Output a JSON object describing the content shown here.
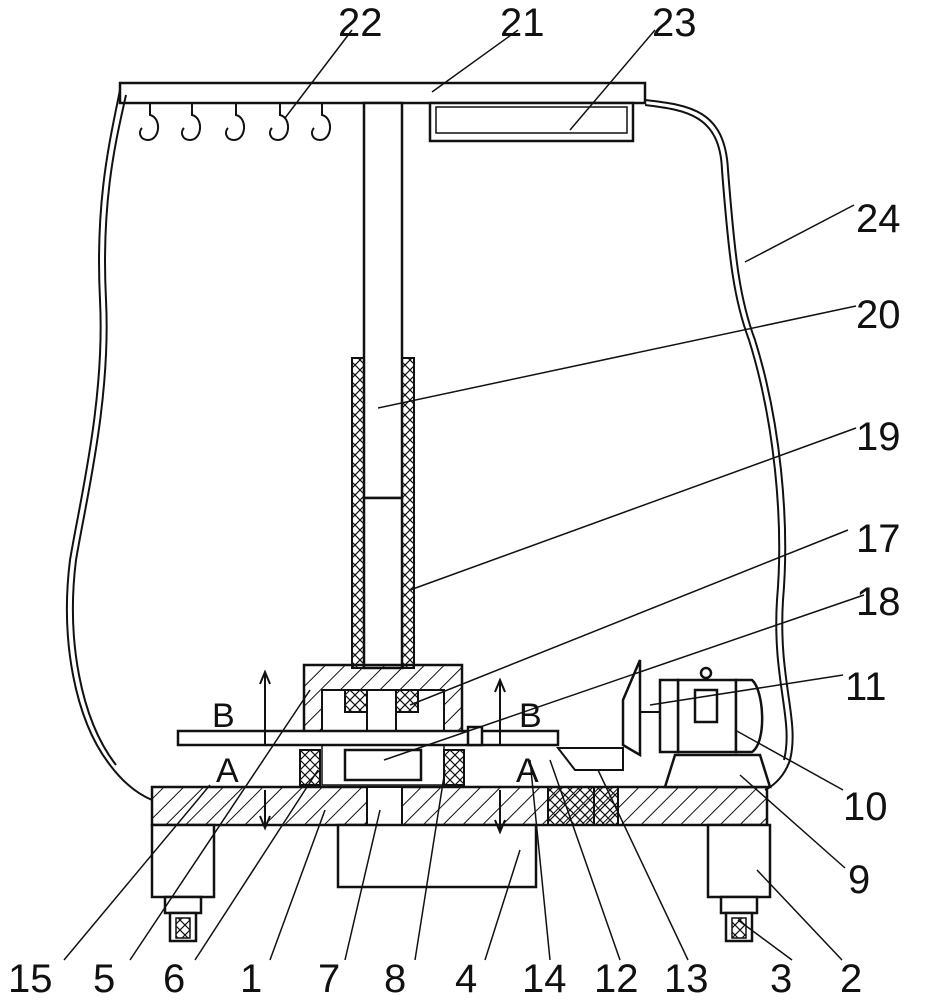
{
  "labels": {
    "l1": "1",
    "l2": "2",
    "l3": "3",
    "l4": "4",
    "l5": "5",
    "l6": "6",
    "l7": "7",
    "l8": "8",
    "l9": "9",
    "l10": "10",
    "l11": "11",
    "l12": "12",
    "l13": "13",
    "l14": "14",
    "l15": "15",
    "l17": "17",
    "l18": "18",
    "l19": "19",
    "l20": "20",
    "l21": "21",
    "l22": "22",
    "l23": "23",
    "l24": "24"
  },
  "section_marks": {
    "a": "A",
    "b": "B"
  },
  "colors": {
    "line": "#111111",
    "background": "#ffffff"
  }
}
